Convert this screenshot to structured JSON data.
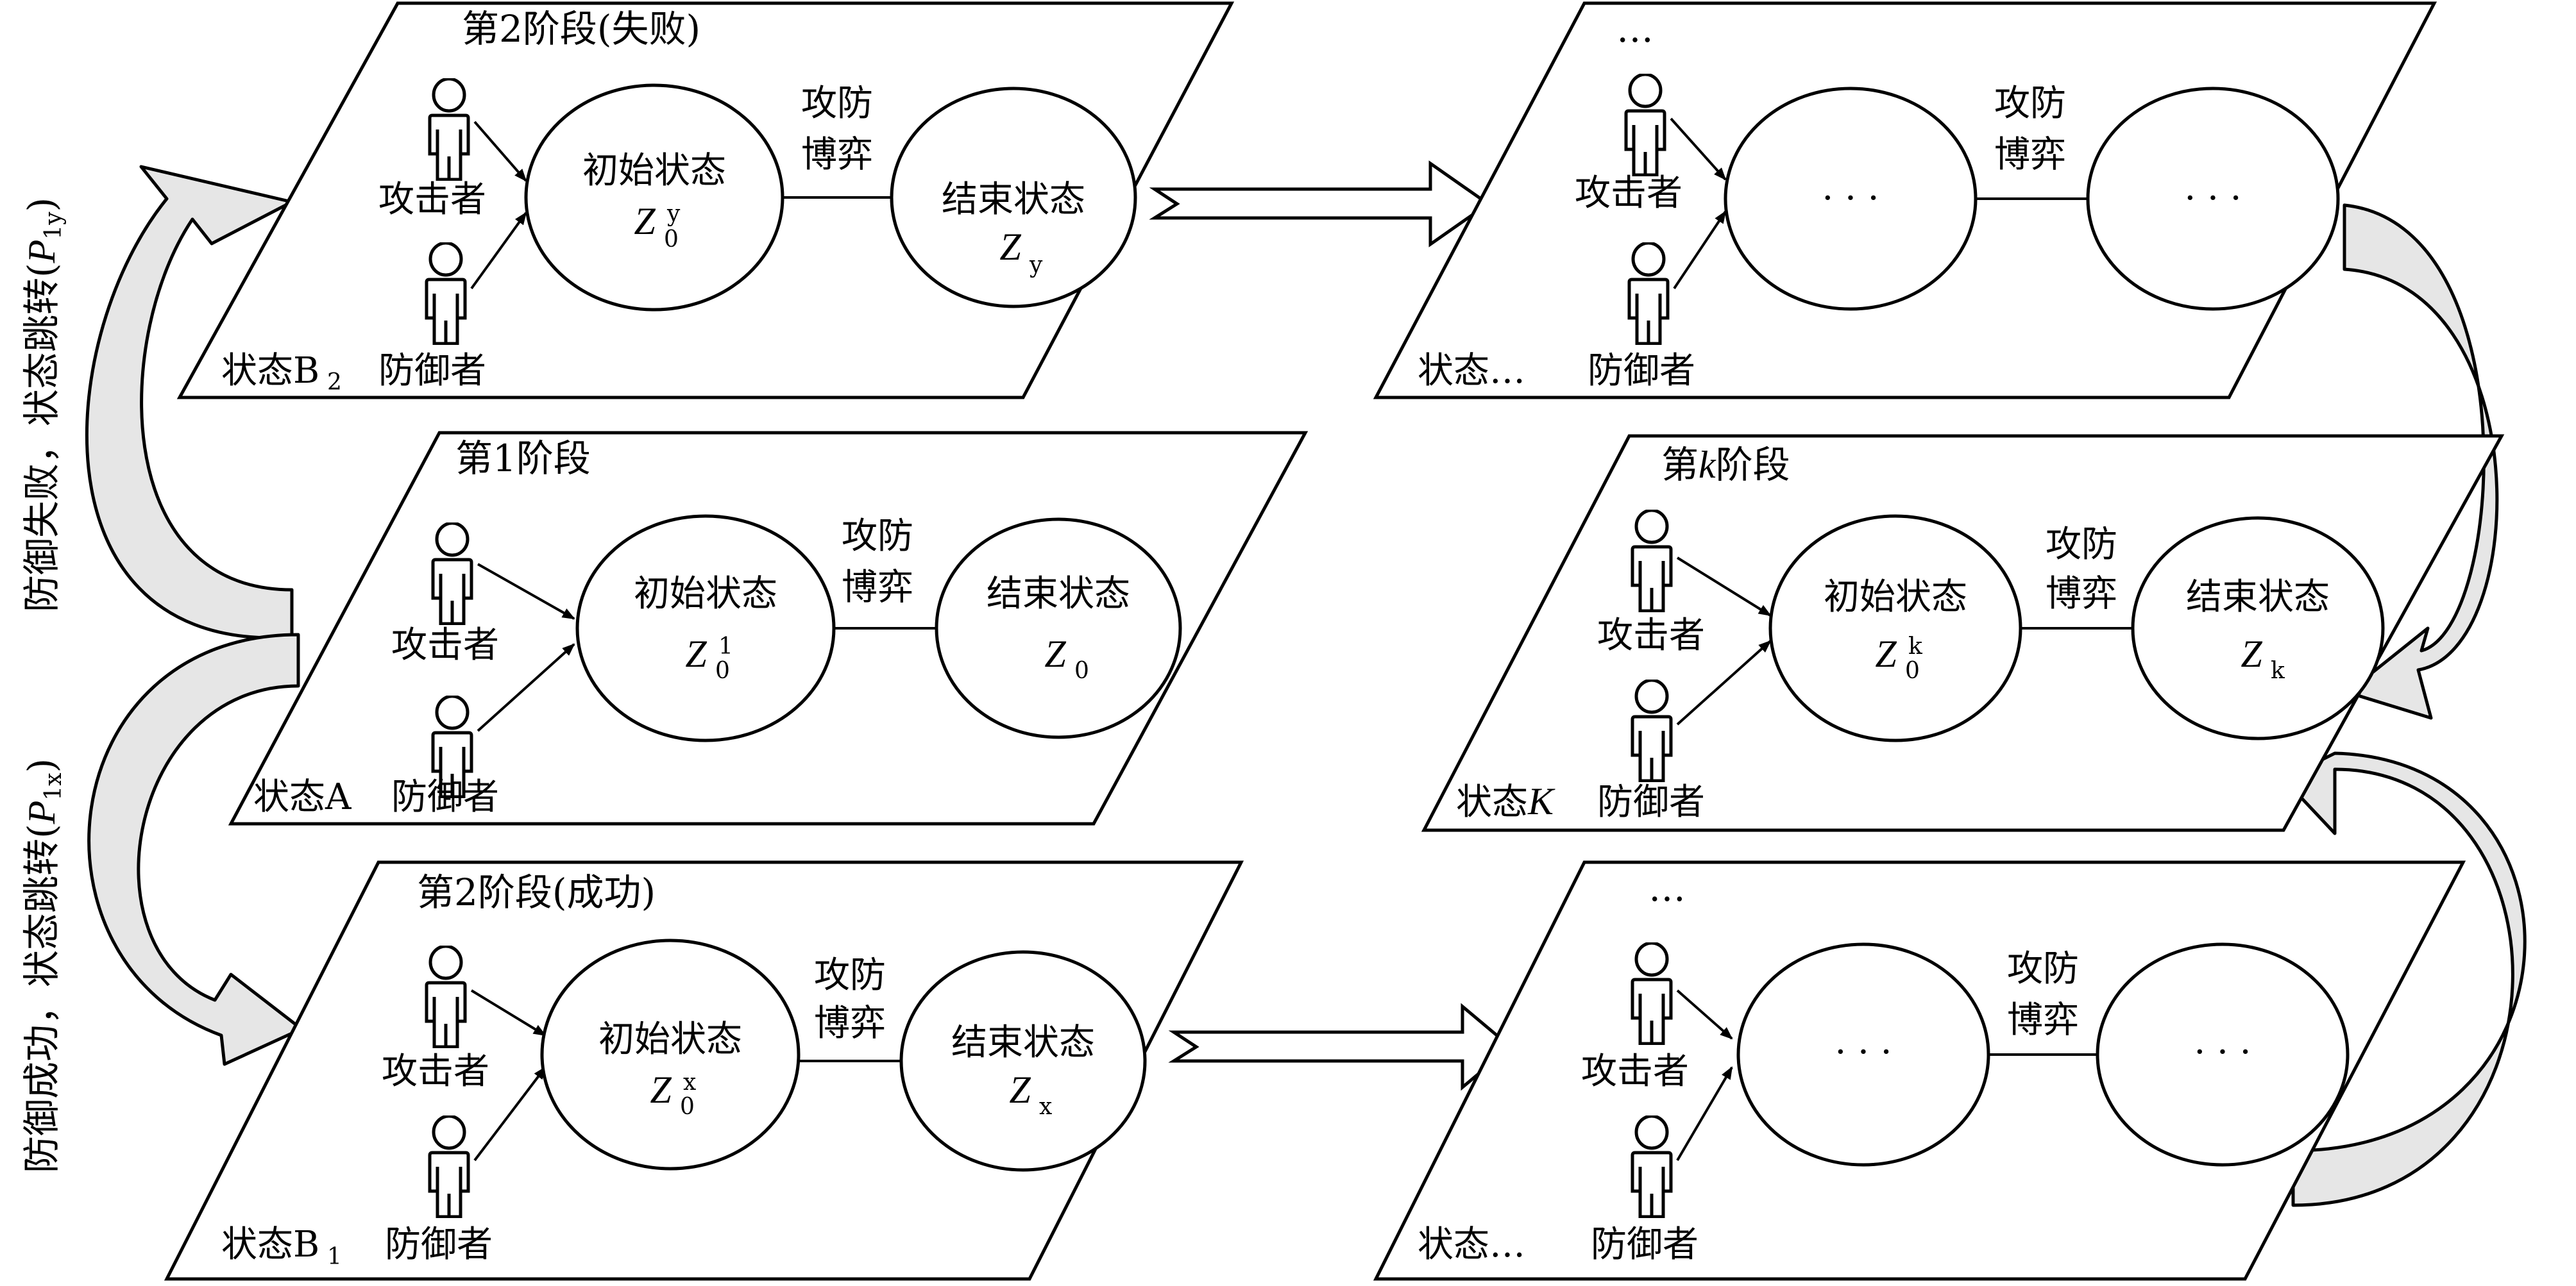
{
  "side_labels": {
    "top": "防御失败，状态跳转(",
    "top_var": "P",
    "top_sub": "1y",
    "bottom": "防御成功，状态跳转(",
    "bottom_var": "P",
    "bottom_sub": "1x",
    "close": ")"
  },
  "common": {
    "attacker": "攻击者",
    "defender": "防御者",
    "initial_state": "初始状态",
    "end_state": "结束状态",
    "game_line1": "攻防",
    "game_line2": "博弈",
    "ellipsis": "· · ·",
    "hellip": "…"
  },
  "panels": {
    "stage2_fail": {
      "title": "第2阶段(失败)",
      "state_label": "状态B",
      "state_sub": "2",
      "z0_sup": "y",
      "z_end_sub": "y"
    },
    "stage1": {
      "title": "第1阶段",
      "state_label": "状态A",
      "z0_sup": "1",
      "z_end_sub": "0"
    },
    "stage2_success": {
      "title": "第2阶段(成功)",
      "state_label": "状态B",
      "state_sub": "1",
      "z0_sup": "x",
      "z_end_sub": "x"
    },
    "upper_right": {
      "title": "…",
      "state_label": "状态…"
    },
    "stage_k": {
      "title_pre": "第",
      "title_var": "k",
      "title_post": "阶段",
      "state_label": "状态",
      "state_var": "K",
      "z0_sup": "k",
      "z_end_sub": "k"
    },
    "lower_right": {
      "title": "…",
      "state_label": "状态…"
    }
  },
  "math_symbol": "Z",
  "math_zero": "0"
}
